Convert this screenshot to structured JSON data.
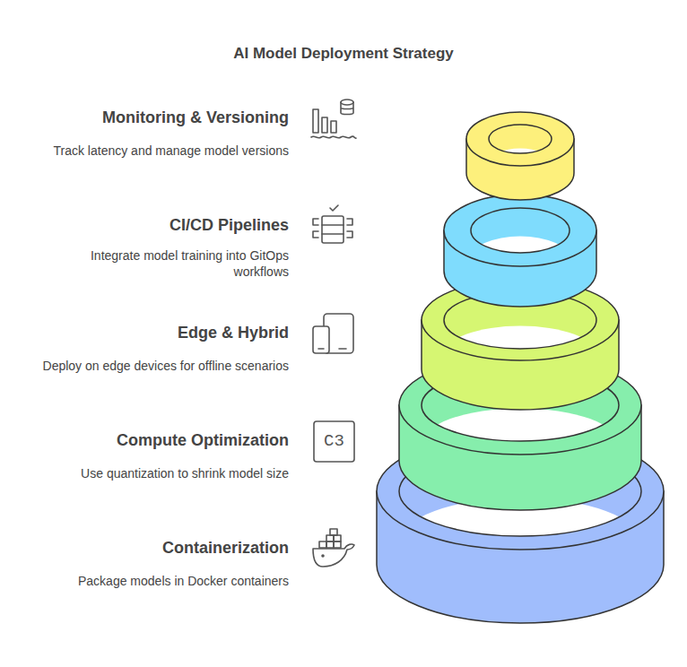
{
  "diagram": {
    "title": "AI Model Deployment Strategy",
    "labels": [
      "Monitoring & Versioning",
      "Track latency and manage model versions",
      "CI/CD Pipelines",
      "Integrate model training into GitOps workflows",
      "Edge & Hybrid",
      "Deploy on edge devices for offline scenarios",
      "Compute Optimization",
      "Use quantization to shrink model size",
      "Containerization",
      "Package models in Docker containers",
      "C3"
    ]
  }
}
